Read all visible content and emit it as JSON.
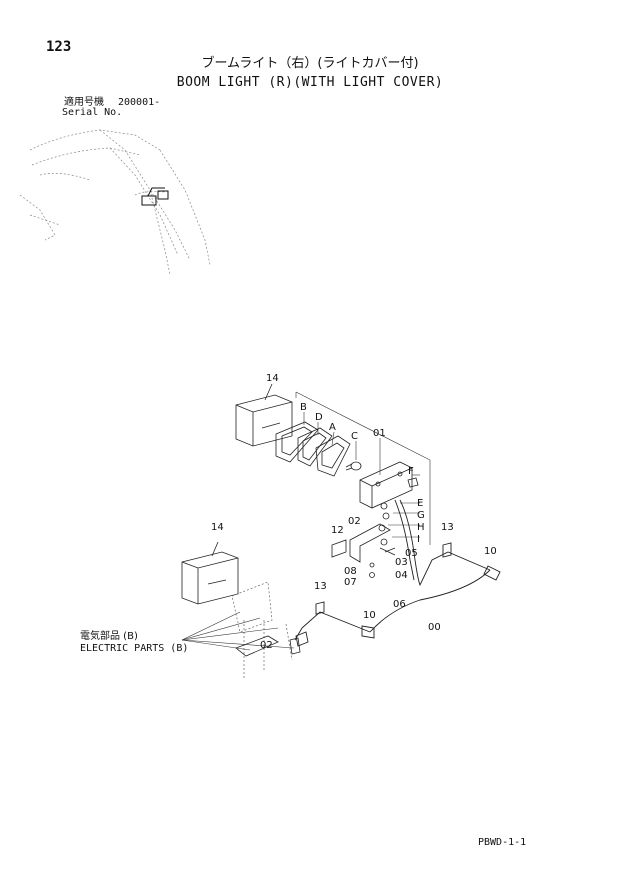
{
  "header": {
    "page_number": "123",
    "title_jp": "ブームライト（右）(ライトカバー付)",
    "title_en": "BOOM LIGHT (R)(WITH LIGHT COVER)"
  },
  "serial": {
    "label_jp": "適用号機",
    "value": "200001-",
    "label_en": "Serial No."
  },
  "electric_parts": {
    "label_jp": "電気部品 (B)",
    "label_en": "ELECTRIC PARTS (B)"
  },
  "callouts": {
    "c14_top": "14",
    "cB": "B",
    "cD": "D",
    "cA": "A",
    "cC": "C",
    "c01": "01",
    "cF": "F",
    "cE": "E",
    "cG": "G",
    "cH": "H",
    "cI": "I",
    "c12": "12",
    "c02": "02",
    "c13_right": "13",
    "c10_right": "10",
    "c03": "03",
    "c05": "05",
    "c08": "08",
    "c07": "07",
    "c04": "04",
    "c06": "06",
    "c14_bottom": "14",
    "c13_left": "13",
    "c10_left": "10",
    "c00": "00",
    "c02_bottom": "02"
  },
  "footer": {
    "code": "PBWD-1-1"
  }
}
